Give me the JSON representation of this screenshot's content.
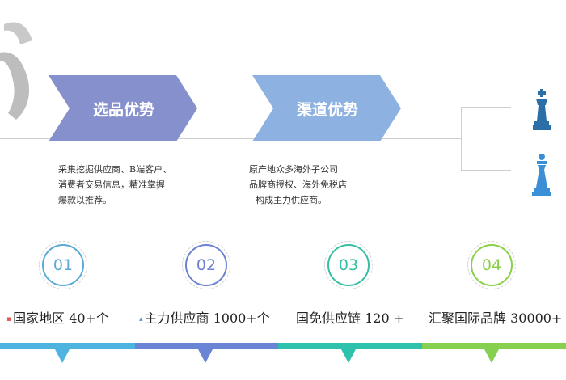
{
  "cards": [
    {
      "title": "选品优势",
      "color": "#8690cc",
      "lines": [
        "采集挖掘供应商、B端客户、",
        "消费者交易信息，精准掌握",
        "爆款以推荐。"
      ]
    },
    {
      "title": "渠道优势",
      "color": "#8db1e0",
      "lines": [
        "原产地众多海外子公司",
        "品牌商授权、海外免税店",
        "构成主力供应商。"
      ]
    }
  ],
  "stats": [
    {
      "num": "01",
      "color": "#5aa9d6",
      "label": "国家地区  40+个",
      "icon": "mini-flag-icon"
    },
    {
      "num": "02",
      "color": "#6a82d0",
      "label": "主力供应商  1000+个",
      "icon": "mini-chart-icon"
    },
    {
      "num": "03",
      "color": "#35bfa4",
      "label": "国免供应链  120 +",
      "icon": ""
    },
    {
      "num": "04",
      "color": "#8bd04a",
      "label": "汇聚国际品牌  30000+",
      "icon": ""
    }
  ],
  "bar_colors": [
    "#4fb3e0",
    "#6a84d6",
    "#2ec2ad",
    "#86d04f"
  ],
  "chess_colors": [
    "#2c6fa6",
    "#3b8fd6"
  ]
}
